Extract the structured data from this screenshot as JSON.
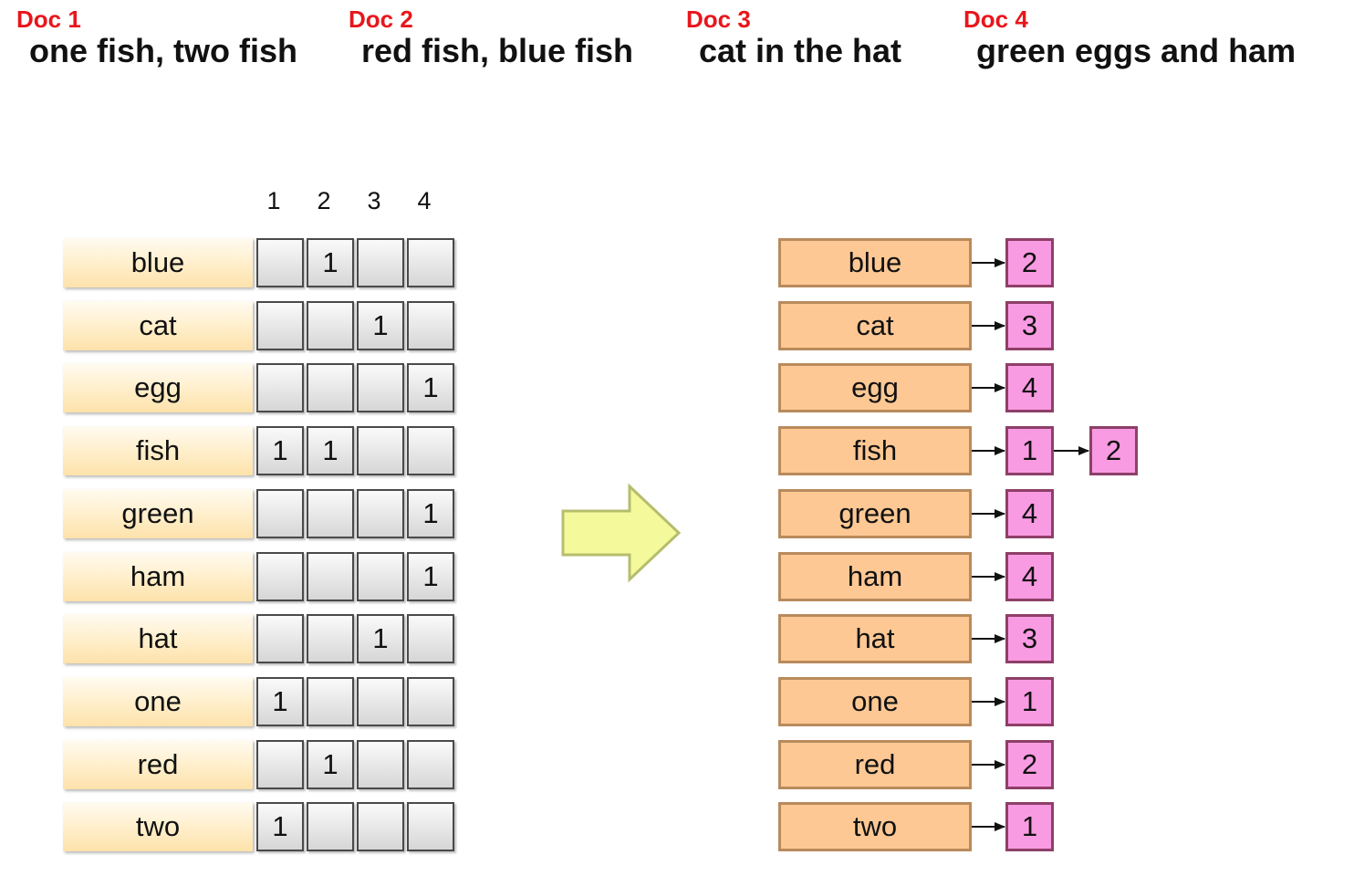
{
  "docs": [
    {
      "label": "Doc 1",
      "text": "one fish, two fish"
    },
    {
      "label": "Doc 2",
      "text": "red fish, blue fish"
    },
    {
      "label": "Doc 3",
      "text": "cat in the hat"
    },
    {
      "label": "Doc 4",
      "text": "green eggs and ham"
    }
  ],
  "matrix": {
    "columns": [
      "1",
      "2",
      "3",
      "4"
    ],
    "rows": [
      {
        "term": "blue",
        "cells": [
          "",
          "1",
          "",
          ""
        ]
      },
      {
        "term": "cat",
        "cells": [
          "",
          "",
          "1",
          ""
        ]
      },
      {
        "term": "egg",
        "cells": [
          "",
          "",
          "",
          "1"
        ]
      },
      {
        "term": "fish",
        "cells": [
          "1",
          "1",
          "",
          ""
        ]
      },
      {
        "term": "green",
        "cells": [
          "",
          "",
          "",
          "1"
        ]
      },
      {
        "term": "ham",
        "cells": [
          "",
          "",
          "",
          "1"
        ]
      },
      {
        "term": "hat",
        "cells": [
          "",
          "",
          "1",
          ""
        ]
      },
      {
        "term": "one",
        "cells": [
          "1",
          "",
          "",
          ""
        ]
      },
      {
        "term": "red",
        "cells": [
          "",
          "1",
          "",
          ""
        ]
      },
      {
        "term": "two",
        "cells": [
          "1",
          "",
          "",
          ""
        ]
      }
    ]
  },
  "inverted_index": [
    {
      "term": "blue",
      "postings": [
        "2"
      ]
    },
    {
      "term": "cat",
      "postings": [
        "3"
      ]
    },
    {
      "term": "egg",
      "postings": [
        "4"
      ]
    },
    {
      "term": "fish",
      "postings": [
        "1",
        "2"
      ]
    },
    {
      "term": "green",
      "postings": [
        "4"
      ]
    },
    {
      "term": "ham",
      "postings": [
        "4"
      ]
    },
    {
      "term": "hat",
      "postings": [
        "3"
      ]
    },
    {
      "term": "one",
      "postings": [
        "1"
      ]
    },
    {
      "term": "red",
      "postings": [
        "2"
      ]
    },
    {
      "term": "two",
      "postings": [
        "1"
      ]
    }
  ],
  "colors": {
    "doc_label": "#e8161b",
    "matrix_term_fill": "#ffeec9",
    "matrix_cell_fill": "#d6d6d6",
    "index_term_fill": "#fdc894",
    "posting_fill": "#f99be2",
    "transform_arrow_fill": "#f4fa9c"
  }
}
